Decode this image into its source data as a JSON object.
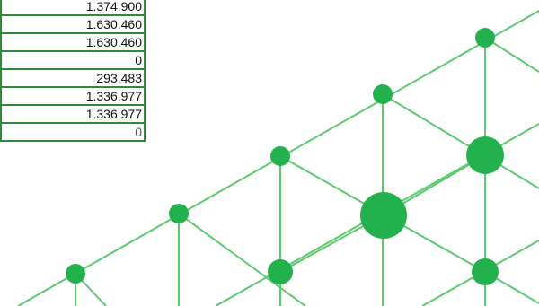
{
  "spreadsheet": {
    "cells": [
      {
        "value": "1.374.900"
      },
      {
        "value": "1.630.460"
      },
      {
        "value": "1.630.460"
      },
      {
        "value": "0"
      },
      {
        "value": "293.483"
      },
      {
        "value": "1.336.977"
      },
      {
        "value": "1.336.977"
      },
      {
        "value": "0"
      }
    ]
  },
  "graphic": {
    "line_color": "#5cc96e",
    "node_color": "#22b14c"
  }
}
